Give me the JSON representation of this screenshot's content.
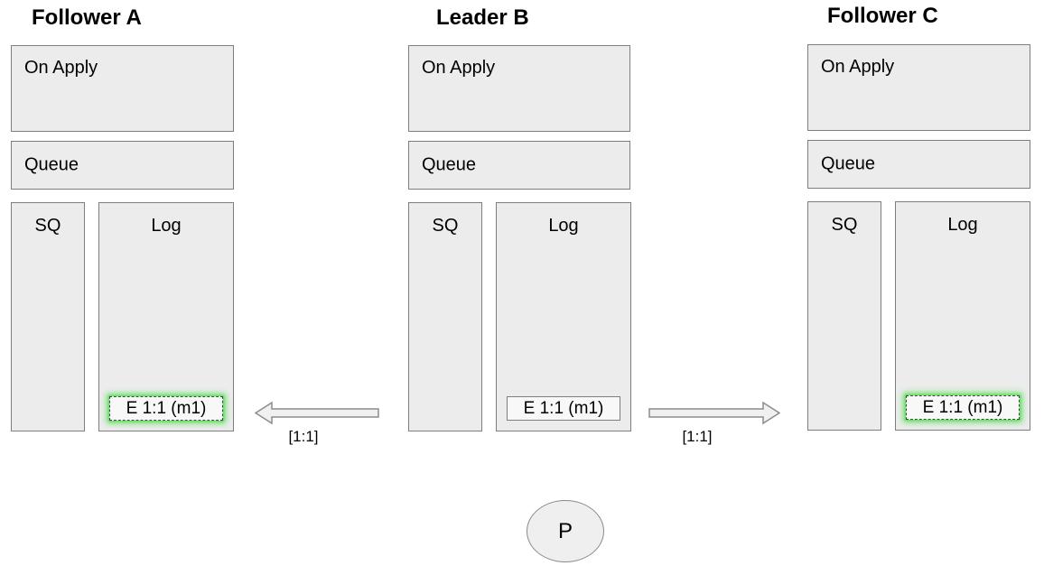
{
  "nodes": [
    {
      "title": "Follower A",
      "on_apply_label": "On Apply",
      "queue_label": "Queue",
      "sq_label": "SQ",
      "log_label": "Log",
      "log_entries": [
        {
          "label": "E 1:1 (m1)",
          "highlighted": true
        }
      ]
    },
    {
      "title": "Leader B",
      "on_apply_label": "On Apply",
      "queue_label": "Queue",
      "sq_label": "SQ",
      "log_label": "Log",
      "log_entries": [
        {
          "label": "E 1:1 (m1)",
          "highlighted": false
        }
      ]
    },
    {
      "title": "Follower C",
      "on_apply_label": "On Apply",
      "queue_label": "Queue",
      "sq_label": "SQ",
      "log_label": "Log",
      "log_entries": [
        {
          "label": "E 1:1 (m1)",
          "highlighted": true
        }
      ]
    }
  ],
  "arrows": [
    {
      "direction": "left",
      "label": "[1:1]"
    },
    {
      "direction": "right",
      "label": "[1:1]"
    }
  ],
  "proposer": {
    "label": "P"
  },
  "colors": {
    "box_fill": "#ececec",
    "box_border": "#7e7e7e",
    "entry_fill": "#f8f8f8",
    "entry_solid_border": "#7e7e7e",
    "entry_dashed_border": "#444444",
    "highlight_glow": "#57e057",
    "arrow_fill": "#f0f0f0",
    "arrow_stroke": "#8c8c8c",
    "text_color": "#000000",
    "background": "#ffffff"
  }
}
